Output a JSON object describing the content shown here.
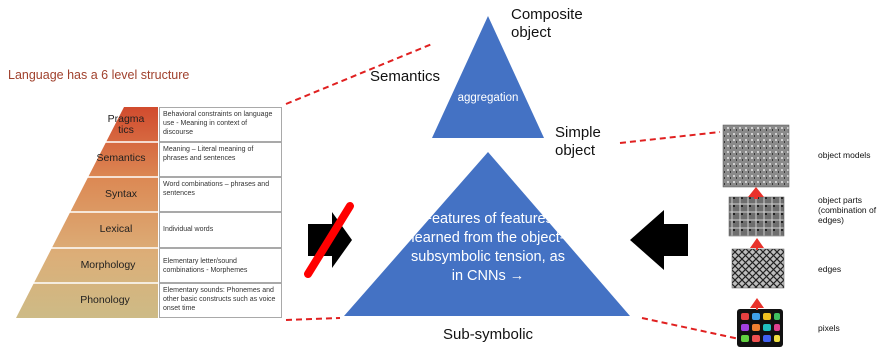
{
  "left": {
    "title": "Language has a 6 level structure",
    "levels": [
      {
        "label": "Pragma tics",
        "desc": "Behavioral constraints on language use - Meaning in context of discourse"
      },
      {
        "label": "Semantics",
        "desc": "Meaning – Literal meaning of phrases and sentences"
      },
      {
        "label": "Syntax",
        "desc": "Word combinations – phrases and sentences"
      },
      {
        "label": "Lexical",
        "desc": "Individual words"
      },
      {
        "label": "Morphology",
        "desc": "Elementary letter/sound combinations - Morphemes"
      },
      {
        "label": "Phonology",
        "desc": "Elementary sounds: Phonemes and other basic constructs such as voice onset time"
      }
    ]
  },
  "center": {
    "composite_object": "Composite object",
    "semantics": "Semantics",
    "aggregation": "aggregation",
    "simple_object": "Simple object",
    "features_text": "Features of features learned from the object-subsymbolic tension, as in CNNs →",
    "sub_symbolic": "Sub-symbolic"
  },
  "right": {
    "stages": [
      "object models",
      "object parts (combination of edges)",
      "edges",
      "pixels"
    ]
  },
  "colors": {
    "triangle_blue": "#4472c4",
    "dashed_red": "#e02020",
    "cross_red": "#ff0000",
    "stage_arrow": "#e8322b",
    "title_color": "#a0412d"
  }
}
